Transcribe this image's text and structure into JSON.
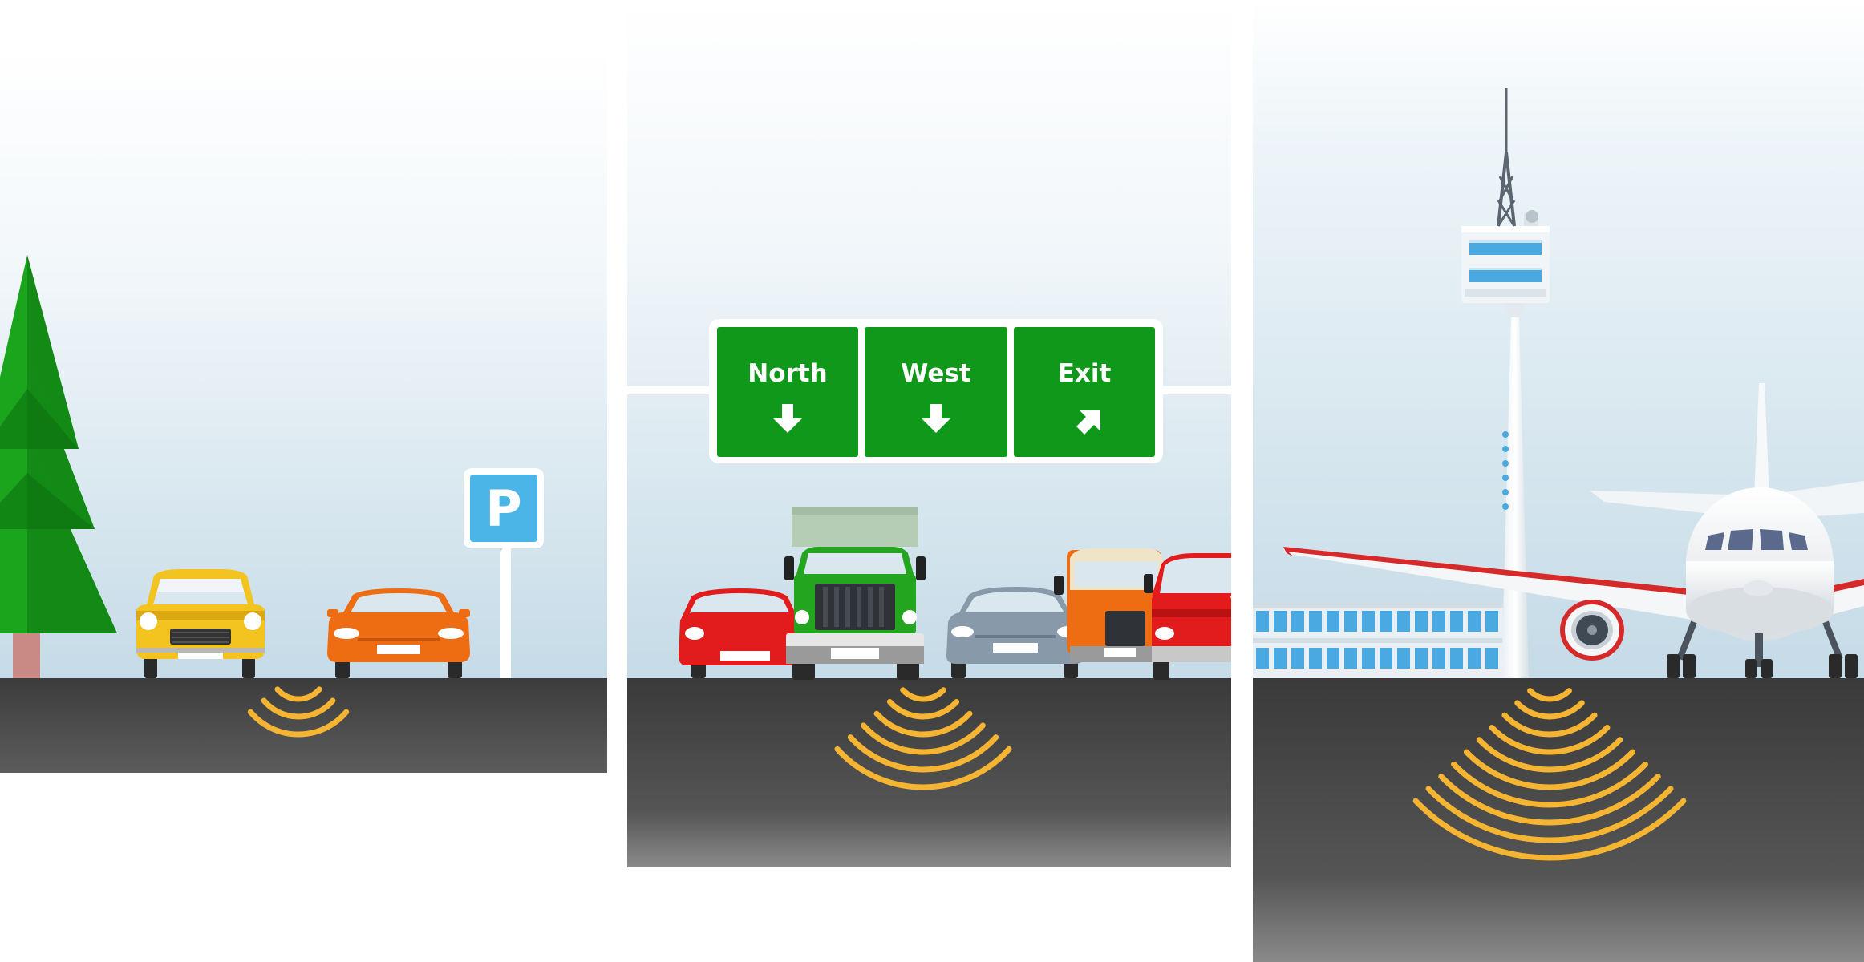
{
  "parking_sign": {
    "letter": "P"
  },
  "highway_sign": {
    "panels": [
      {
        "label": "North",
        "arrow": "down"
      },
      {
        "label": "West",
        "arrow": "down"
      },
      {
        "label": "Exit",
        "arrow": "up-right"
      }
    ]
  },
  "colors": {
    "sign_green": "#10981a",
    "signal_orange": "#f5b533",
    "asphalt": "#4a4a4a",
    "sky": "#c9dde9",
    "parking_blue": "#4cb5e8",
    "tree_green": "#19a51a",
    "car_yellow": "#f3c320",
    "car_orange": "#ee6d12",
    "car_red": "#e21c1c",
    "truck_green": "#24a520",
    "car_silver": "#8899a9"
  }
}
